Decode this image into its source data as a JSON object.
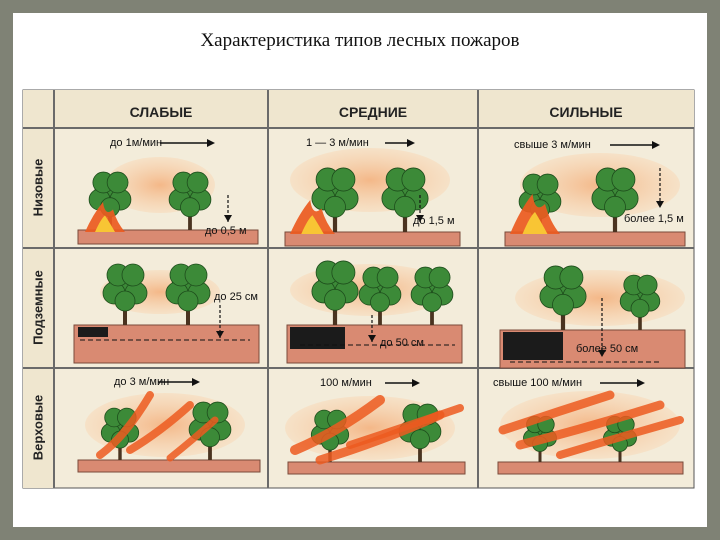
{
  "title": "Характеристика типов лесных пожаров",
  "columns": [
    "СЛАБЫЕ",
    "СРЕДНИЕ",
    "СИЛЬНЫЕ"
  ],
  "rows": [
    "Низовые",
    "Подземные",
    "Верховые"
  ],
  "cells": {
    "r0c0": {
      "speed": "до 1м/мин",
      "height": "до 0,5 м"
    },
    "r0c1": {
      "speed": "1 — 3 м/мин",
      "height": "до 1,5 м"
    },
    "r0c2": {
      "speed": "свыше 3 м/мин",
      "height": "более 1,5 м"
    },
    "r1c0": {
      "depth": "до 25 см"
    },
    "r1c1": {
      "depth": "до 50 см"
    },
    "r1c2": {
      "depth": "более 50 см"
    },
    "r2c0": {
      "speed": "до 3 м/мин"
    },
    "r2c1": {
      "speed": "100 м/мин"
    },
    "r2c2": {
      "speed": "свыше 100 м/мин"
    }
  },
  "colors": {
    "background": "#7f8275",
    "header_fill": "#f1ead8",
    "ground": "#d98a72",
    "tree": "#3c8a38",
    "fire": "#ec5a20",
    "smoke": "#f3bf8e",
    "burnt": "#1b1b1b"
  }
}
